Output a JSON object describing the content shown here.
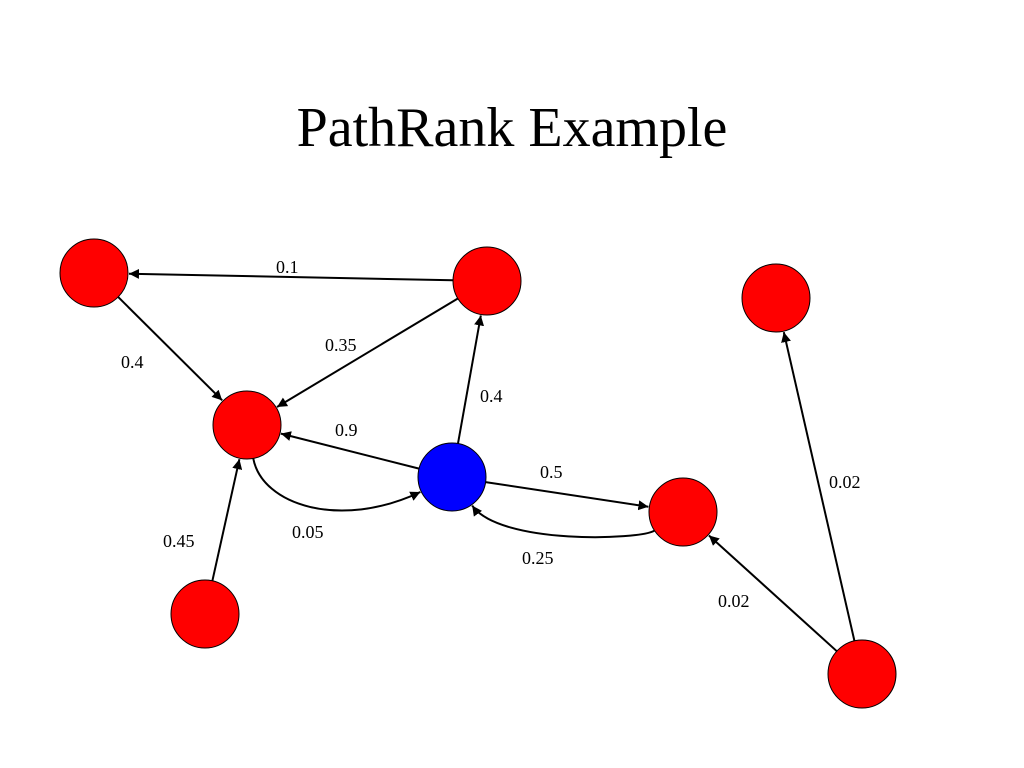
{
  "title": "PathRank Example",
  "colors": {
    "node_default": "#ff0000",
    "node_source": "#0000ff",
    "edge": "#000000"
  },
  "nodes": [
    {
      "id": "top-left",
      "kind": "default"
    },
    {
      "id": "top-middle",
      "kind": "default"
    },
    {
      "id": "top-right",
      "kind": "default"
    },
    {
      "id": "middle-left",
      "kind": "default"
    },
    {
      "id": "center",
      "kind": "source"
    },
    {
      "id": "middle-right",
      "kind": "default"
    },
    {
      "id": "bottom-left",
      "kind": "default"
    },
    {
      "id": "bottom-right",
      "kind": "default"
    }
  ],
  "edges": [
    {
      "from": "top-middle",
      "to": "top-left",
      "weight": "0.1"
    },
    {
      "from": "top-left",
      "to": "middle-left",
      "weight": "0.4"
    },
    {
      "from": "top-middle",
      "to": "middle-left",
      "weight": "0.35"
    },
    {
      "from": "center",
      "to": "top-middle",
      "weight": "0.4"
    },
    {
      "from": "center",
      "to": "middle-left",
      "weight": "0.9"
    },
    {
      "from": "middle-left",
      "to": "center",
      "weight": "0.05"
    },
    {
      "from": "center",
      "to": "middle-right",
      "weight": "0.5"
    },
    {
      "from": "middle-right",
      "to": "center",
      "weight": "0.25"
    },
    {
      "from": "bottom-left",
      "to": "middle-left",
      "weight": "0.45"
    },
    {
      "from": "bottom-right",
      "to": "middle-right",
      "weight": "0.02"
    },
    {
      "from": "bottom-right",
      "to": "top-right",
      "weight": "0.02"
    }
  ]
}
